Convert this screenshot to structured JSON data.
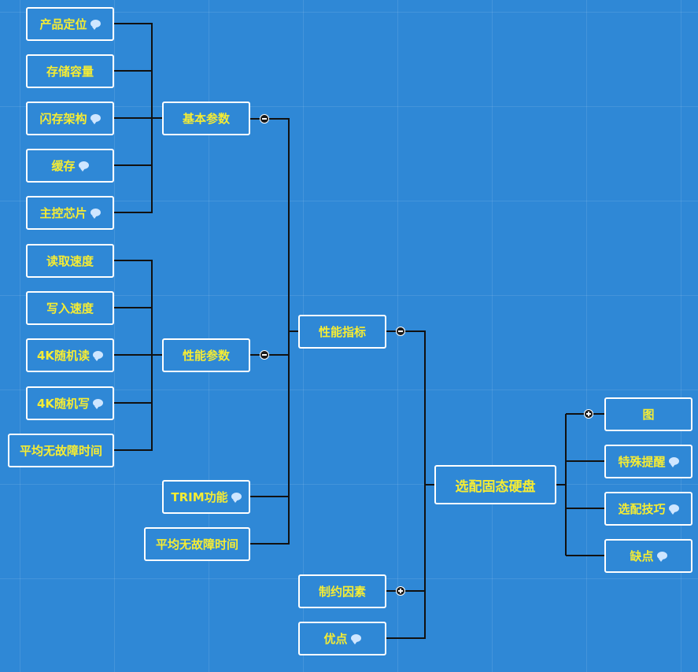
{
  "nodes": {
    "n1": {
      "label": "产品定位",
      "comment": true
    },
    "n2": {
      "label": "存储容量",
      "comment": false
    },
    "n3": {
      "label": "闪存架构",
      "comment": true
    },
    "n4": {
      "label": "缓存",
      "comment": true
    },
    "n5": {
      "label": "主控芯片",
      "comment": true
    },
    "n6": {
      "label": "读取速度",
      "comment": false
    },
    "n7": {
      "label": "写入速度",
      "comment": false
    },
    "n8": {
      "label": "4K随机读",
      "comment": true
    },
    "n9": {
      "label": "4K随机写",
      "comment": true
    },
    "n10": {
      "label": "平均无故障时间",
      "comment": false
    },
    "basic": {
      "label": "基本参数",
      "comment": false
    },
    "perf": {
      "label": "性能参数",
      "comment": false
    },
    "trim": {
      "label": "TRIM功能",
      "comment": true
    },
    "mtbf2": {
      "label": "平均无故障时间",
      "comment": false
    },
    "metric": {
      "label": "性能指标",
      "comment": false
    },
    "limit": {
      "label": "制约因素",
      "comment": false
    },
    "adv": {
      "label": "优点",
      "comment": true
    },
    "root": {
      "label": "选配固态硬盘",
      "comment": false
    },
    "fig": {
      "label": "图",
      "comment": false
    },
    "remind": {
      "label": "特殊提醒",
      "comment": true
    },
    "tips": {
      "label": "选配技巧",
      "comment": true
    },
    "cons": {
      "label": "缺点",
      "comment": true
    }
  },
  "toggles": {
    "basic": "collapse",
    "perf": "collapse",
    "metric": "collapse",
    "limit": "expand",
    "fig": "expand"
  },
  "colors": {
    "background": "#2f88d6",
    "text": "#f5ec34",
    "border": "#ffffff",
    "line": "#111111"
  }
}
